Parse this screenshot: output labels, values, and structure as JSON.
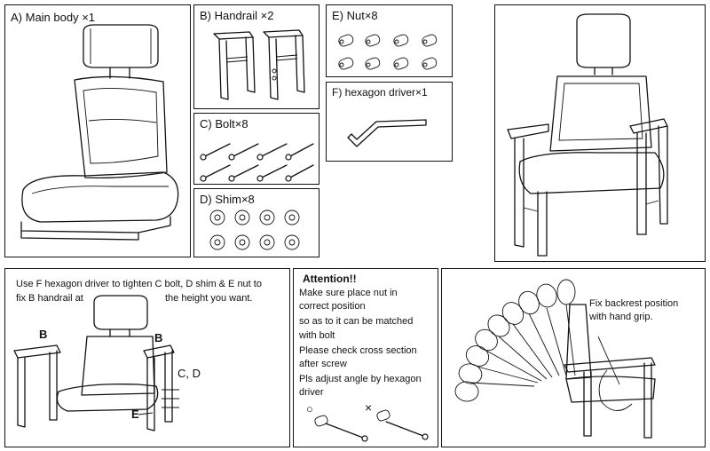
{
  "parts": {
    "main_body": "A) Main body ×1",
    "handrail": "B) Handrail ×2",
    "bolt": "C) Bolt×8",
    "shim": "D) Shim×8",
    "nut": "E) Nut×8",
    "driver": "F) hexagon driver×1"
  },
  "assembly": {
    "instruction_line1": "Use F hexagon driver to tighten C bolt, D shim & E nut to",
    "instruction_line2a": "fix B handrail at",
    "instruction_line2b": "the height you want.",
    "callout_b_left": "B",
    "callout_b_right": "B",
    "callout_cd": "C, D",
    "callout_e": "E"
  },
  "attention": {
    "title": "Attention!!",
    "lines": [
      "Make sure place  nut in",
      "correct position",
      "so as to it can be  matched",
      "with  bolt",
      "Please check cross section",
      "after screw",
      "Pls adjust  angle by hexagon",
      "driver"
    ],
    "mark_ok": "○",
    "mark_ng": "×"
  },
  "recline": {
    "note_line1": "Fix backrest position",
    "note_line2": "with hand grip."
  }
}
